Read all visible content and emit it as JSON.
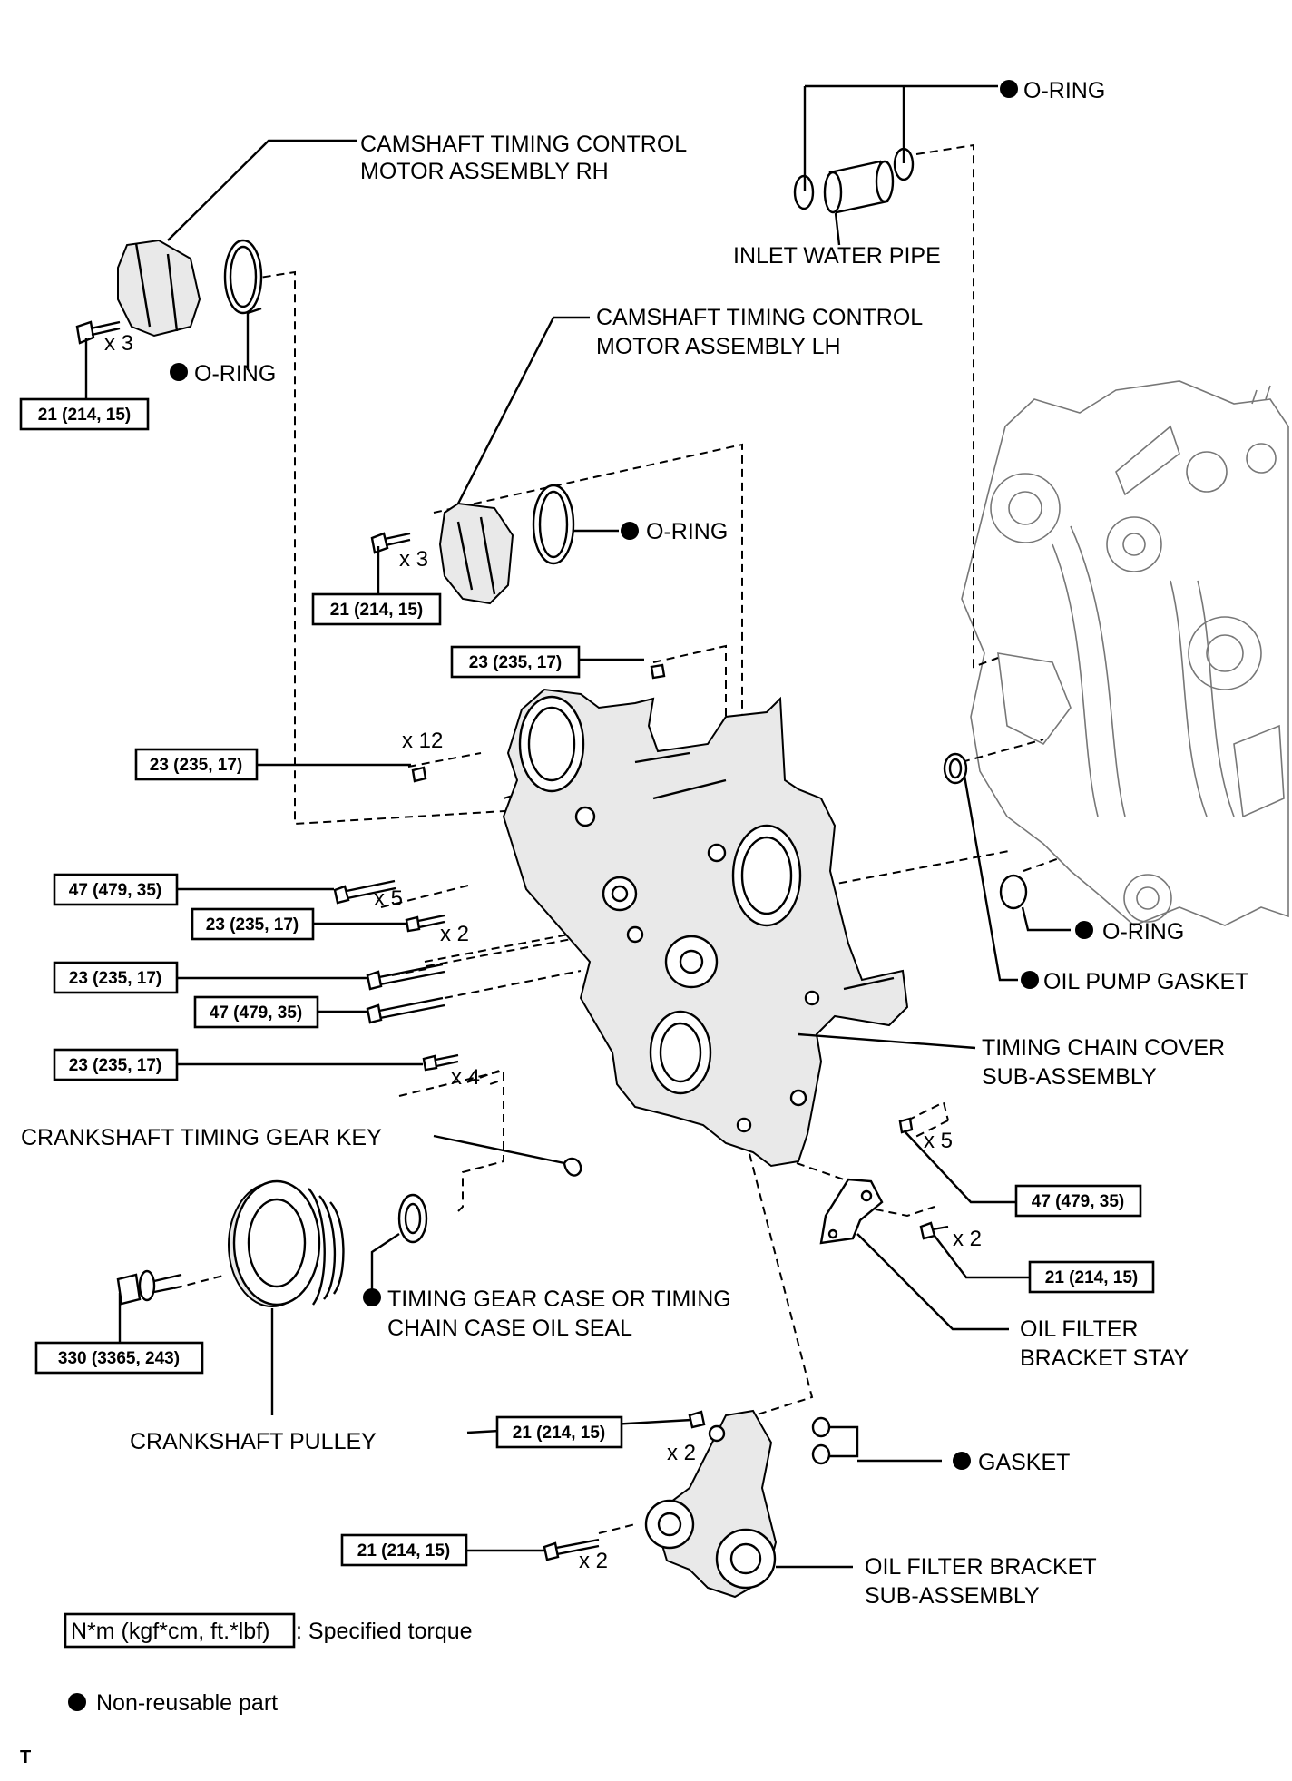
{
  "labels": {
    "camshaft_rh_1": "CAMSHAFT TIMING CONTROL",
    "camshaft_rh_2": "MOTOR ASSEMBLY RH",
    "camshaft_lh_1": "CAMSHAFT TIMING CONTROL",
    "camshaft_lh_2": "MOTOR ASSEMBLY LH",
    "oring": "O-RING",
    "inlet_water_pipe": "INLET WATER PIPE",
    "oil_pump_gasket": "OIL PUMP GASKET",
    "timing_chain_cover_1": "TIMING CHAIN COVER",
    "timing_chain_cover_2": "SUB-ASSEMBLY",
    "crank_key": "CRANKSHAFT TIMING GEAR KEY",
    "oil_seal_1": "TIMING GEAR CASE OR TIMING",
    "oil_seal_2": "CHAIN CASE OIL SEAL",
    "crank_pulley": "CRANKSHAFT PULLEY",
    "oil_filter_stay_1": "OIL FILTER",
    "oil_filter_stay_2": "BRACKET STAY",
    "gasket": "GASKET",
    "oil_filter_bracket_1": "OIL FILTER BRACKET",
    "oil_filter_bracket_2": "SUB-ASSEMBLY"
  },
  "torques": {
    "t21": "21 (214, 15)",
    "t23": "23 (235, 17)",
    "t47": "47 (479, 35)",
    "t330": "330 (3365, 243)"
  },
  "quantities": {
    "x2": "x 2",
    "x3": "x 3",
    "x4": "x 4",
    "x5": "x 5",
    "x12": "x 12"
  },
  "legend": {
    "torque_box": "N*m (kgf*cm, ft.*lbf)",
    "torque_desc": ": Specified torque",
    "non_reusable": "Non-reusable part"
  },
  "corner_mark": "T"
}
